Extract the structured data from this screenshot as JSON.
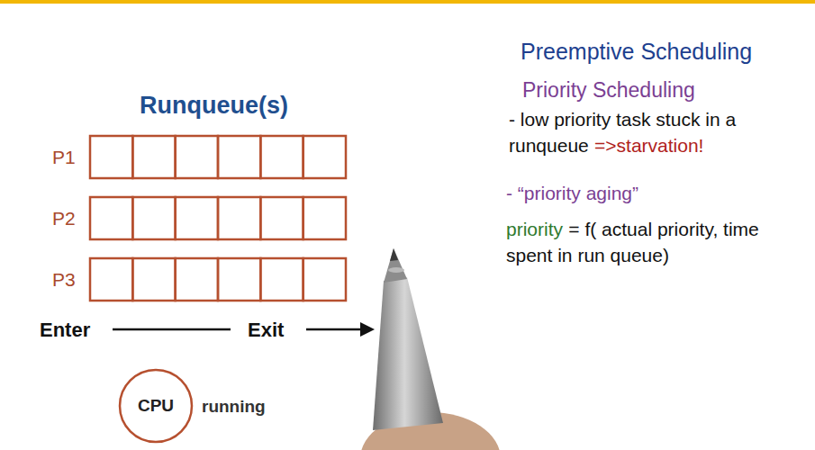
{
  "diagram": {
    "title": "Runqueue(s)",
    "nodes": [
      {
        "text": [
          "P1"
        ]
      },
      {
        "text": [
          "P2"
        ]
      },
      {
        "text": [
          "P3"
        ]
      },
      {
        "text": [
          "CPU"
        ]
      }
    ],
    "labels": [
      "Preemptive Scheduling",
      "Priority Scheduling",
      "- low priority task stuck in a runqueue",
      "=>starvation!",
      "- “priority aging”",
      "priority",
      "= f( actual priority, time spent in run queue)",
      "Enter",
      "Exit",
      "running"
    ]
  }
}
